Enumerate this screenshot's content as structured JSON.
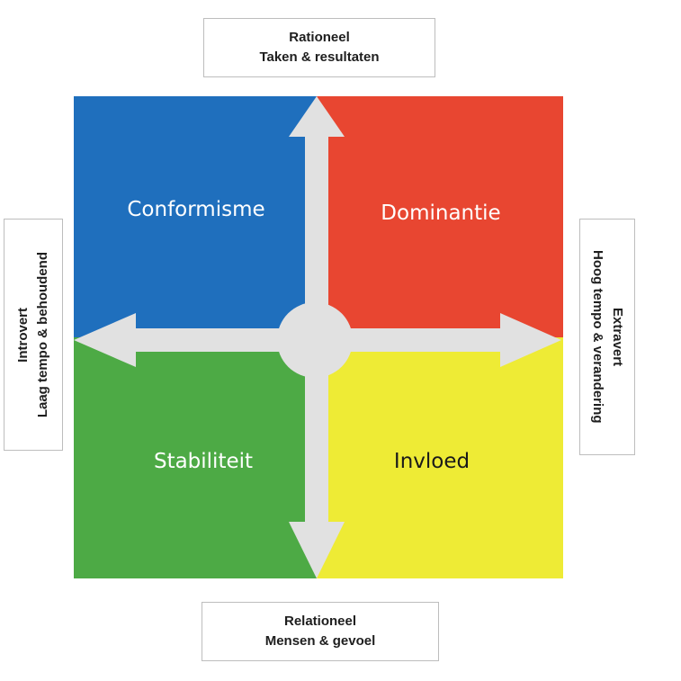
{
  "axes": {
    "top": {
      "line1": "Rationeel",
      "line2": "Taken & resultaten"
    },
    "bottom": {
      "line1": "Relationeel",
      "line2": "Mensen & gevoel"
    },
    "left": {
      "line1": "Introvert",
      "line2": "Laag tempo & behoudend"
    },
    "right": {
      "line1": "Extravert",
      "line2": "Hoog tempo & verandering"
    }
  },
  "quadrants": {
    "top_left": {
      "label": "Conformisme",
      "color": "#1f6fbd",
      "text_color": "#ffffff"
    },
    "top_right": {
      "label": "Dominantie",
      "color": "#e84631",
      "text_color": "#ffffff"
    },
    "bottom_left": {
      "label": "Stabiliteit",
      "color": "#4daa45",
      "text_color": "#ffffff"
    },
    "bottom_right": {
      "label": "Invloed",
      "color": "#eeeb35",
      "text_color": "#1a1a1a"
    }
  },
  "arrow_color": "#e1e1e1"
}
